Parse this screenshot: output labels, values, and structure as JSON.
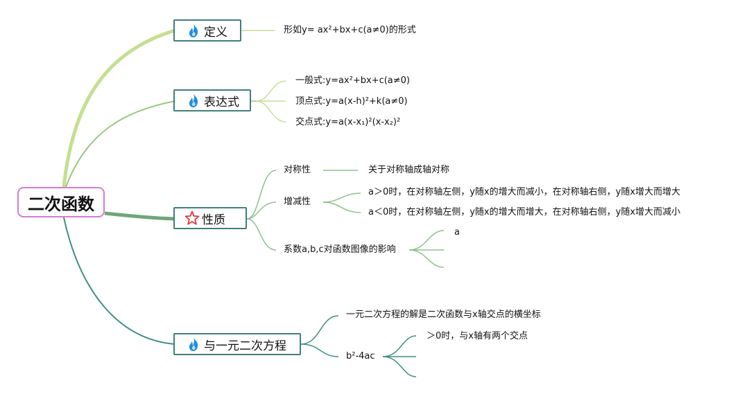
{
  "root": {
    "label": "二次函数"
  },
  "topics": [
    {
      "label": "定义",
      "icon": "fire-icon",
      "children": [
        "形如y= ax²+bx+c(a≠0)的形式"
      ]
    },
    {
      "label": "表达式",
      "icon": "fire-icon",
      "children": [
        "一般式:y=ax²+bx+c(a≠0)",
        "顶点式:y=a(x-h)²+k(a≠0)",
        "交点式:y=a(x-x₁)²(x-x₂)²"
      ]
    },
    {
      "label": "性质",
      "icon": "star-icon",
      "branches": [
        {
          "label": "对称性",
          "children": [
            "关于对称轴成轴对称"
          ]
        },
        {
          "label": "增减性",
          "children": [
            "a＞0时，在对称轴左侧，y随x的增大而减小，在对称轴右侧，y随x增大而增大",
            "a＜0时，在对称轴左侧，y随x的增大而增大，在对称轴右侧，y随x增大而减小"
          ]
        },
        {
          "label": "系数a,b,c对函数图像的影响",
          "children": [
            "a",
            "",
            ""
          ]
        }
      ]
    },
    {
      "label": "与一元二次方程",
      "icon": "fire-icon",
      "branches": [
        {
          "label": "一元二次方程的解是二次函数与x轴交点的横坐标",
          "children": []
        },
        {
          "label": "b²-4ac",
          "children": [
            "＞0时，与x轴有两个交点",
            "",
            ""
          ]
        }
      ]
    }
  ],
  "colors": {
    "root_border": "#d57ad3",
    "topic_border": "#3f7f7a",
    "edge_light": "#c4df90",
    "edge_green": "#9cc67e",
    "edge_dark": "#6fa67a",
    "edge_teal": "#3f8f86",
    "fire": "#1f8de0",
    "star": "#e23a3a"
  }
}
